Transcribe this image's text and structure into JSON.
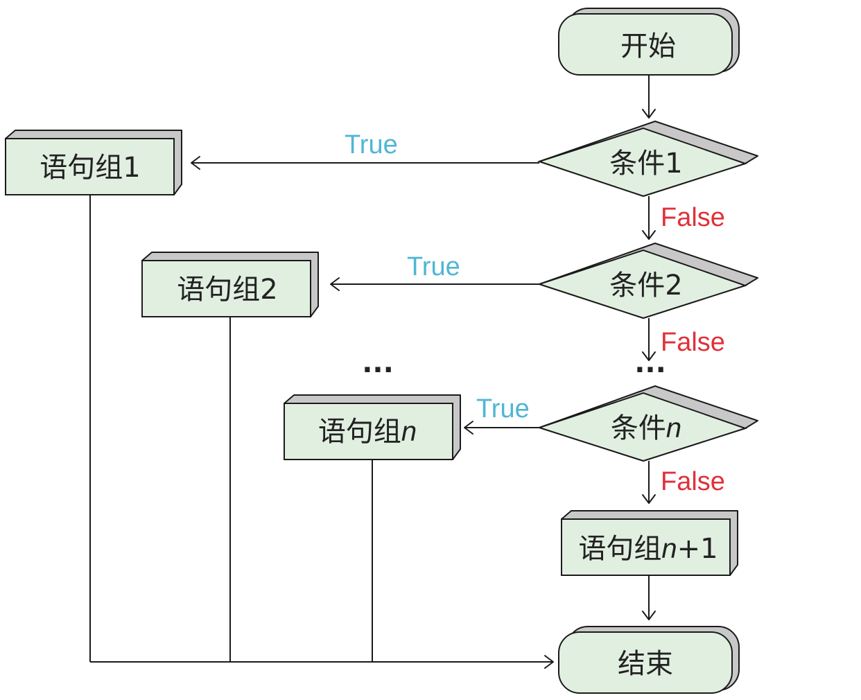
{
  "nodes": {
    "start": "开始",
    "end": "结束",
    "cond1": "条件1",
    "cond2": "条件2",
    "condn_prefix": "条件",
    "condn_var": "n",
    "block1": "语句组1",
    "block2": "语句组2",
    "blockn_prefix": "语句组",
    "blockn_var": "n",
    "blockn1_prefix": "语句组",
    "blockn1_var": "n",
    "blockn1_suffix": "+1"
  },
  "edge_labels": {
    "true1": "True",
    "true2": "True",
    "truen": "True",
    "false1": "False",
    "false2": "False",
    "falsen": "False"
  },
  "ellipsis": {
    "left": "···",
    "right": "···"
  },
  "colors": {
    "node_fill": "#e1efe1",
    "true_label": "#4fb6d4",
    "false_label": "#e0303a"
  }
}
